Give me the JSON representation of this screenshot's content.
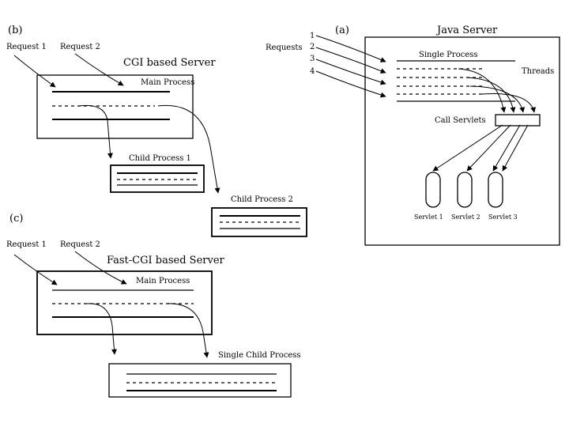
{
  "panel_b": {
    "tag": "(b)",
    "request1": "Request 1",
    "request2": "Request 2",
    "server_title": "CGI based Server",
    "main_process": "Main Process",
    "child1": "Child Process 1",
    "child2": "Child Process 2"
  },
  "panel_c": {
    "tag": "(c)",
    "request1": "Request 1",
    "request2": "Request 2",
    "server_title": "Fast-CGI based Server",
    "main_process": "Main Process",
    "child": "Single Child Process"
  },
  "panel_a": {
    "tag": "(a)",
    "server_title": "Java Server",
    "requests_label": "Requests",
    "request_numbers": [
      "1",
      "2",
      "3",
      "4"
    ],
    "single_process": "Single Process",
    "threads": "Threads",
    "call_servlets": "Call Servlets",
    "servlets": [
      "Servlet 1",
      "Servlet 2",
      "Servlet 3"
    ]
  }
}
